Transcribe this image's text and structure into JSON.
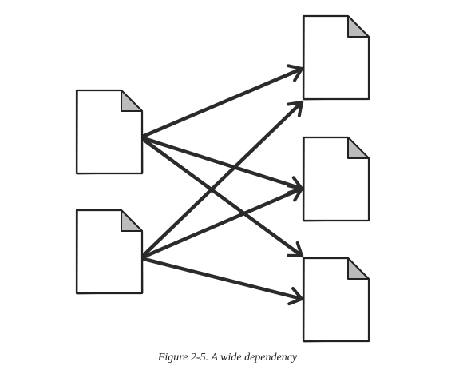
{
  "figure": {
    "caption": "Figure 2-5. A wide dependency"
  },
  "colors": {
    "stroke": "#222222",
    "page_fill": "#ffffff",
    "corner_fill": "#bbbbbb",
    "arrow": "#2b2b2b"
  },
  "diagram": {
    "sources": [
      {
        "id": "source-1",
        "icon": "document-icon"
      },
      {
        "id": "source-2",
        "icon": "document-icon"
      }
    ],
    "targets": [
      {
        "id": "target-1",
        "icon": "document-icon"
      },
      {
        "id": "target-2",
        "icon": "document-icon"
      },
      {
        "id": "target-3",
        "icon": "document-icon"
      }
    ],
    "edges": [
      {
        "from": "source-1",
        "to": "target-1"
      },
      {
        "from": "source-1",
        "to": "target-2"
      },
      {
        "from": "source-1",
        "to": "target-3"
      },
      {
        "from": "source-2",
        "to": "target-1"
      },
      {
        "from": "source-2",
        "to": "target-2"
      },
      {
        "from": "source-2",
        "to": "target-3"
      }
    ]
  }
}
